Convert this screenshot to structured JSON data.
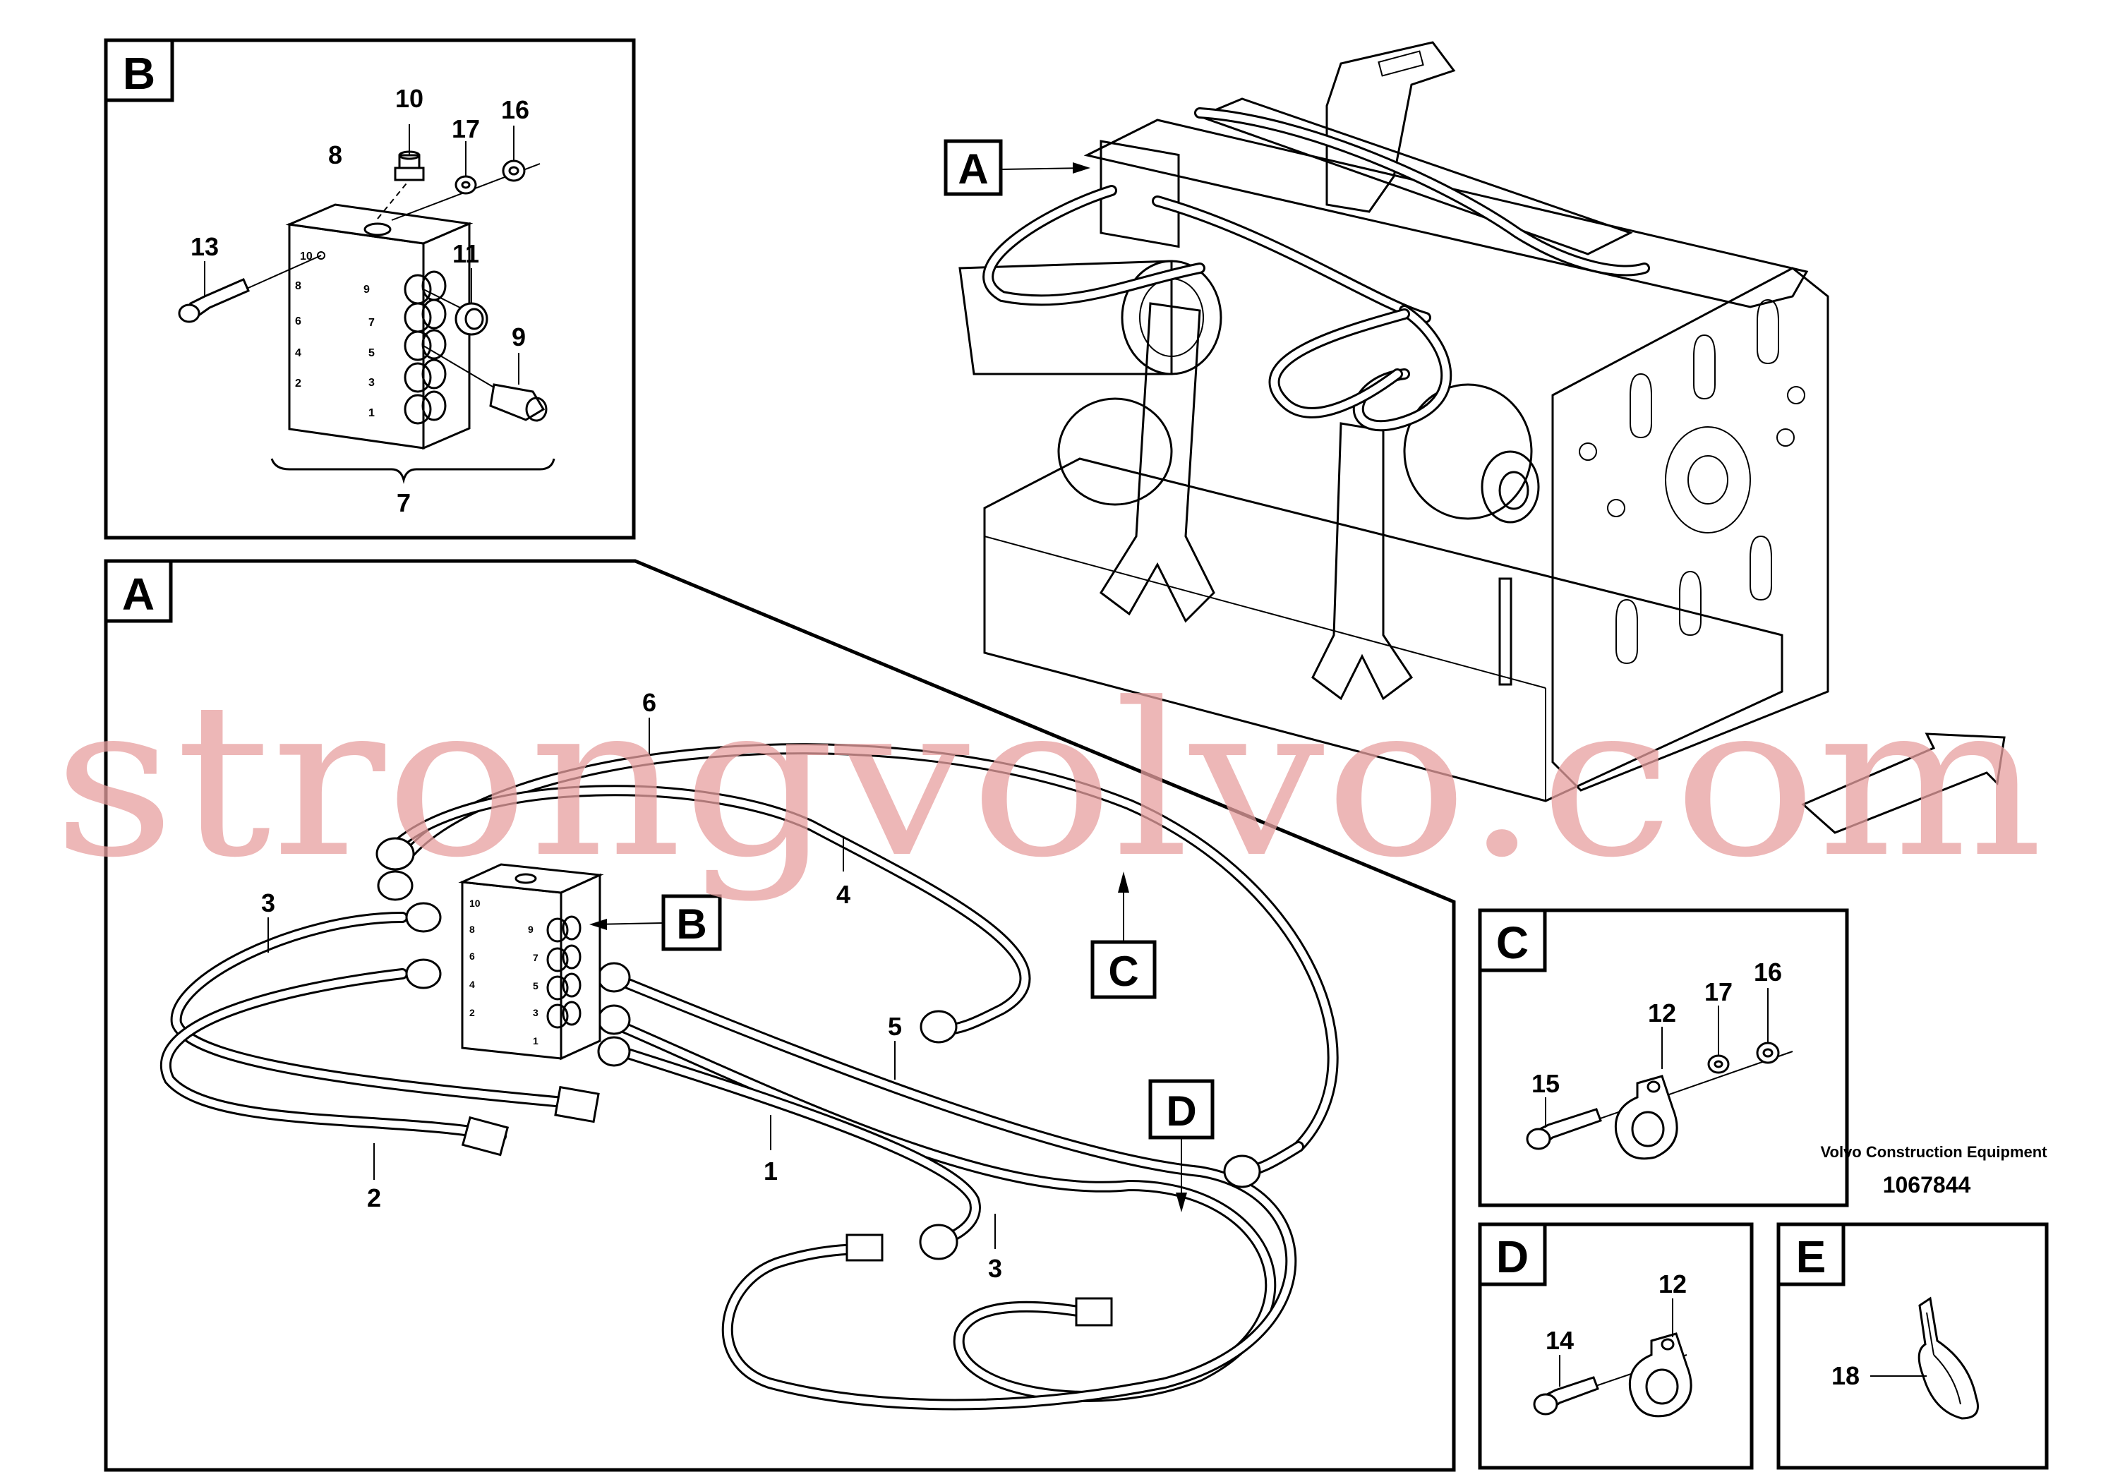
{
  "panels": {
    "B": {
      "letter": "B"
    },
    "A": {
      "letter": "A"
    },
    "C": {
      "letter": "C"
    },
    "D": {
      "letter": "D"
    },
    "E": {
      "letter": "E"
    }
  },
  "callouts": {
    "main_A": "A",
    "hose_B": "B",
    "hose_C": "C",
    "hose_D": "D"
  },
  "part_numbers": {
    "b_10": "10",
    "b_17": "17",
    "b_16": "16",
    "b_8": "8",
    "b_13": "13",
    "b_11": "11",
    "b_9": "9",
    "b_7": "7",
    "a_6": "6",
    "a_4": "4",
    "a_3_top": "3",
    "a_5": "5",
    "a_1": "1",
    "a_2": "2",
    "a_3_bottom": "3",
    "c_12": "12",
    "c_17": "17",
    "c_16": "16",
    "c_15": "15",
    "d_12": "12",
    "d_14": "14",
    "e_18": "18"
  },
  "block_port_labels": [
    "10",
    "9",
    "8",
    "7",
    "6",
    "5",
    "4",
    "3",
    "2",
    "1"
  ],
  "footer": {
    "company": "Volvo Construction Equipment",
    "drawing_number": "1067844"
  },
  "watermark": "strongvolvo.com"
}
